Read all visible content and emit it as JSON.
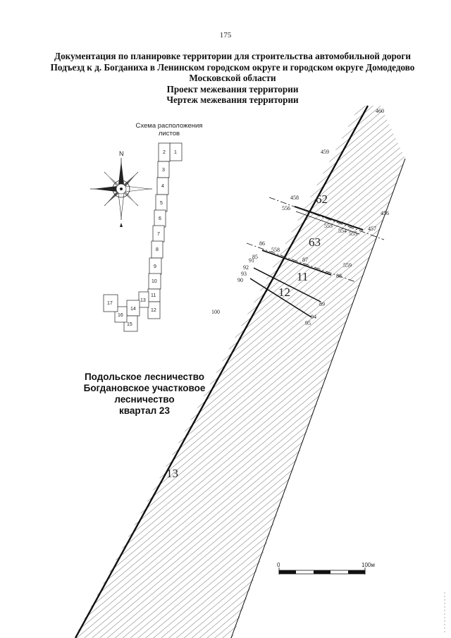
{
  "page_number": "175",
  "title_lines": [
    "Документация по планировке территории для строительства автомобильной дороги",
    "Подъезд к д. Богданиха в Ленинском городском округе и городском округе Домодедово",
    "Московской области",
    "Проект межевания территории",
    "Чертеж межевания территории"
  ],
  "schema": {
    "title_lines": [
      "Схема расположения",
      "листов"
    ],
    "sheets": [
      "1",
      "2",
      "3",
      "4",
      "5",
      "6",
      "7",
      "8",
      "9",
      "10",
      "11",
      "12",
      "13",
      "14",
      "15",
      "16",
      "17"
    ]
  },
  "compass": {
    "north_label": "N"
  },
  "forest_label_lines": [
    "Подольское лесничество",
    "Богдановское участковое",
    "лесничество",
    "квартал 23"
  ],
  "parcels": [
    "62",
    "63",
    "11",
    "12",
    "13"
  ],
  "points": [
    "460",
    "459",
    "458",
    "556",
    "456",
    "457",
    "553",
    "554",
    "555",
    "86",
    "558",
    "87",
    "559",
    "88",
    "89",
    "90",
    "91",
    "92",
    "93",
    "94",
    "95",
    "85",
    "100"
  ],
  "scale": {
    "start": "0",
    "end": "100м"
  },
  "colors": {
    "line": "#111111",
    "hatch": "#333333",
    "dashdot": "#222222"
  }
}
